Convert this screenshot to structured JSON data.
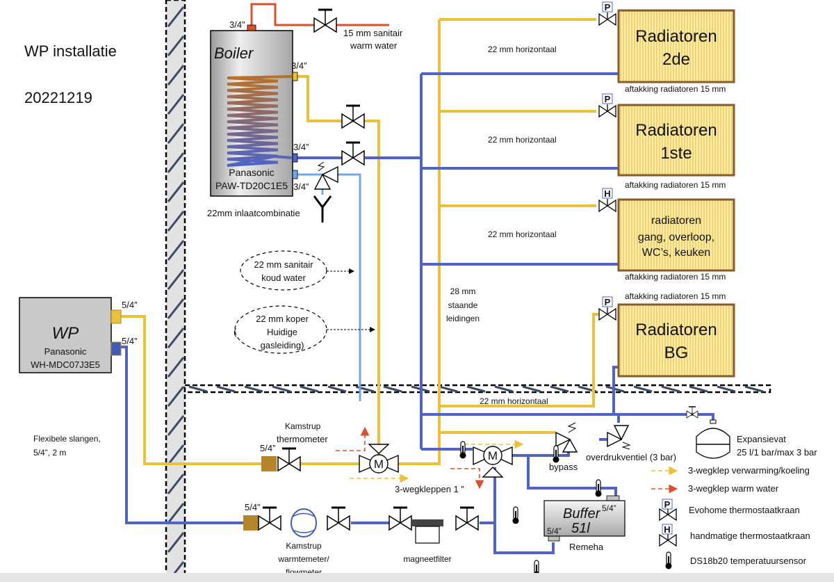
{
  "header": {
    "title": "WP installatie",
    "date": "20221219"
  },
  "colors": {
    "supply_yellow": "#e9c23a",
    "return_blue": "#4f64c4",
    "cold_water_lightblue": "#6fa8e6",
    "warm_water_red": "#d9502a",
    "radiator_border": "#8a5a2a",
    "radiator_fill": "#f7e49a",
    "wall_fill": "#e2e2e2",
    "wall_hatch": "#3b4a63",
    "coupling_brown": "#b5862a",
    "unit_grey": "#c9c9c9"
  },
  "boiler": {
    "title": "Boiler",
    "brand": "Panasonic",
    "model": "PAW-TD20C1E5",
    "top_connection": "3/4”",
    "coil_in_connection": "3/4”",
    "coil_out_connection": "3/4”",
    "cold_in_connection": "3/4”",
    "warm_water_label_1": "15 mm sanitair",
    "warm_water_label_2": "warm water",
    "inlet_label": "22mm inlaatcombinatie"
  },
  "heat_pump": {
    "title": "WP",
    "brand": "Panasonic",
    "model": "WH-MDC07J3E5",
    "supply_connection": "5/4”",
    "return_connection": "5/4”",
    "hose_label_1": "Flexibele slangen,",
    "hose_label_2": "5/4”, 2 m"
  },
  "radiators": [
    {
      "line1": "Radiatoren",
      "line2": "2de",
      "valve": "P",
      "branch_label": "aftakking radiatoren 15 mm",
      "pipe_label": "22 mm horizontaal"
    },
    {
      "line1": "Radiatoren",
      "line2": "1ste",
      "valve": "P",
      "branch_label": "aftakking radiatoren 15 mm",
      "pipe_label": "22 mm horizontaal"
    },
    {
      "line1": "radiatoren",
      "line2": "gang, overloop,",
      "line3": "WC’s, keuken",
      "valve": "H",
      "branch_label": "aftakking radiatoren 15 mm",
      "pipe_label": "22 mm horizontaal"
    },
    {
      "line1": "Radiatoren",
      "line2": "BG",
      "valve": "P",
      "branch_label": "aftakking radiatoren 15 mm",
      "pipe_label": "22 mm horizontaal"
    }
  ],
  "risers": {
    "line1": "28 mm",
    "line2": "staande",
    "line3": "leidingen"
  },
  "callouts": {
    "cold_water_1": "22 mm sanitair",
    "cold_water_2": "koud water",
    "copper_1": "22 mm koper",
    "copper_2": "Huidige",
    "copper_3": "gasleiding)",
    "copper_paren": "("
  },
  "ground_floor": {
    "kamstrup_thermo_1": "Kamstrup",
    "kamstrup_thermo_2": "thermometer",
    "supply_coupling": "5/4”",
    "return_coupling": "5/4”",
    "three_way_label": "3-wegkleppen 1 ”",
    "flowmeter_1": "Kamstrup",
    "flowmeter_2": "warmtemeter/",
    "flowmeter_3": "flowmeter",
    "magnet_filter": "magneetfilter",
    "bypass": "bypass",
    "relief_valve": "overdrukventiel (3 bar)",
    "expansion_1": "Expansievat",
    "expansion_2": "25 l/1 bar/max 3 bar",
    "buffer_1": "Buffer",
    "buffer_2": "51l",
    "buffer_top_connection": "5/4”",
    "buffer_bottom_connection": "5/4”",
    "buffer_brand": "Remeha"
  },
  "legend": [
    {
      "icon": "yellow-dashed-arrow",
      "label": "3-wegklep verwarming/koeling"
    },
    {
      "icon": "red-dashed-arrow",
      "label": "3-wegklep warm water"
    },
    {
      "icon": "P",
      "label": "Evohome thermostaatkraan"
    },
    {
      "icon": "H",
      "label": "handmatige thermostaatkraan"
    },
    {
      "icon": "thermometer",
      "label": "DS18b20 temperatuursensor"
    }
  ]
}
